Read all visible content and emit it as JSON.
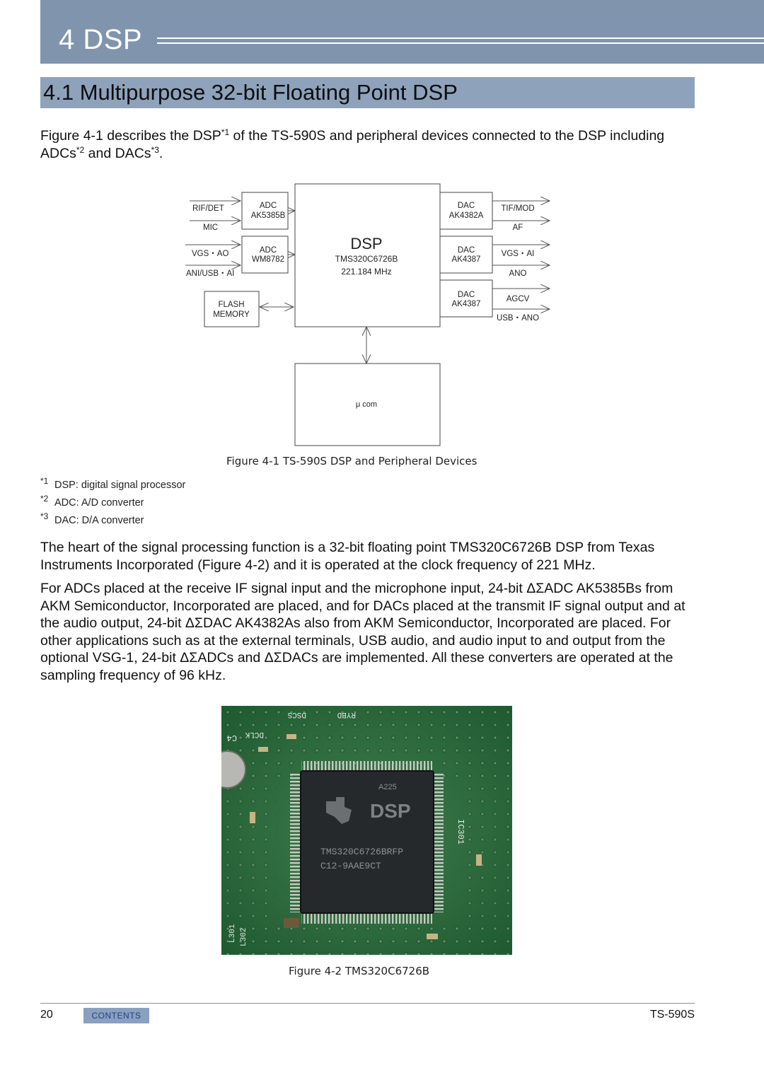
{
  "chapter": {
    "title": "4 DSP"
  },
  "section": {
    "title": "4.1  Multipurpose 32-bit Floating Point DSP"
  },
  "intro": {
    "t1": "Figure 4-1 describes the DSP",
    "s1": "*1",
    "t2": " of the TS-590S and peripheral devices connected to the DSP including ADCs",
    "s2": "*2",
    "t3": " and DACs",
    "s3": "*3",
    "t4": "."
  },
  "diagram": {
    "left_signals": [
      "RIF/DET",
      "MIC",
      "VGS・AO",
      "ANI/USB・AI"
    ],
    "adc1": {
      "label": "ADC",
      "part": "AK5385B"
    },
    "adc2": {
      "label": "ADC",
      "part": "WM8782"
    },
    "flash": {
      "line1": "FLASH",
      "line2": "MEMORY"
    },
    "dsp": {
      "label": "DSP",
      "part": "TMS320C6726B",
      "clock": "221.184 MHz"
    },
    "dac1": {
      "label": "DAC",
      "part": "AK4382A"
    },
    "dac2": {
      "label": "DAC",
      "part": "AK4387"
    },
    "dac3": {
      "label": "DAC",
      "part": "AK4387"
    },
    "right_signals": [
      "TIF/MOD",
      "AF",
      "VGS・AI",
      "ANO",
      "AGCV",
      "USB・ANO"
    ],
    "mcu": "μ com"
  },
  "figure1_caption": "Figure 4-1   TS-590S DSP and Peripheral Devices",
  "notes": [
    {
      "mark": "*1",
      "text": "DSP: digital signal processor"
    },
    {
      "mark": "*2",
      "text": "ADC: A/D converter"
    },
    {
      "mark": "*3",
      "text": "DAC: D/A converter"
    }
  ],
  "para2": "The heart of the signal processing function is a 32-bit floating point TMS320C6726B DSP from Texas Instruments Incorporated (Figure 4-2) and it is operated at the clock frequency of 221 MHz.",
  "para3": "For ADCs placed at the receive IF signal input and the microphone input, 24-bit ΔΣADC AK5385Bs from AKM Semiconductor, Incorporated are placed, and for DACs placed at the transmit IF signal output and at the audio output, 24-bit ΔΣDAC AK4382As also from AKM Semiconductor, Incorporated are placed.  For other applications such as at the external terminals, USB audio, and audio input to and output from the optional VSG-1, 24-bit ΔΣADCs and ΔΣDACs are implemented.  All these converters are operated at the sampling frequency of 96 kHz.",
  "photo": {
    "silk": {
      "chip_line1": "A225",
      "chip_logo": "DSP",
      "chip_line2": "TMS320C6726BRFP",
      "chip_line3": "C12-9AAE9CT",
      "ref_ic": "IC301",
      "ref_l301": "L301",
      "ref_l302": "L302",
      "ref_c4": "C4",
      "ref_dclk": "DCLK",
      "ref_rybd": "RYBD",
      "ref_dscs": "DSCS"
    }
  },
  "figure2_caption": "Figure 4-2   TMS320C6726B",
  "footer": {
    "page": "20",
    "contents": "CONTENTS",
    "model": "TS-590S"
  }
}
